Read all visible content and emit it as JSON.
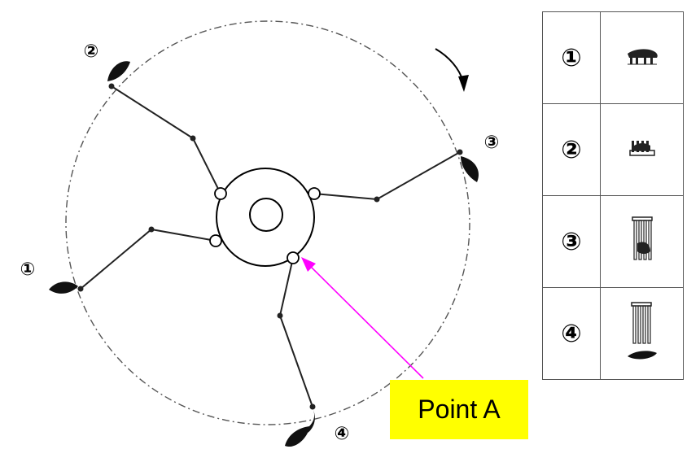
{
  "callout": {
    "label": "Point A",
    "bg_color": "#ffff00",
    "arrow_color": "#ff00ff"
  },
  "rotation": {
    "direction": "clockwise",
    "arrow_icon": "curved-arrow-icon"
  },
  "diagram_labels": [
    {
      "id": "1",
      "text": "①"
    },
    {
      "id": "2",
      "text": "②"
    },
    {
      "id": "3",
      "text": "③"
    },
    {
      "id": "4",
      "text": "④"
    }
  ],
  "legend": {
    "rows": [
      {
        "number": "①",
        "icon": "stage-1-icon"
      },
      {
        "number": "②",
        "icon": "stage-2-icon"
      },
      {
        "number": "③",
        "icon": "stage-3-icon"
      },
      {
        "number": "④",
        "icon": "stage-4-icon"
      }
    ]
  }
}
